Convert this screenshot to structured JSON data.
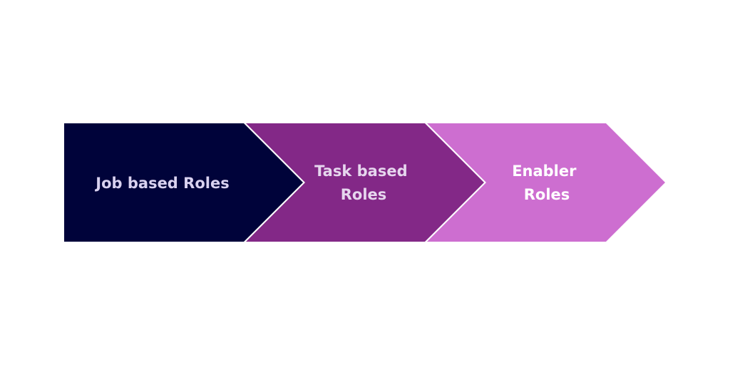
{
  "diagram": {
    "steps": [
      {
        "lines": [
          "Job based Roles"
        ],
        "fill": "#00033a",
        "text_color": "#d9d2f0"
      },
      {
        "lines": [
          "Task based",
          "Roles"
        ],
        "fill": "#832887",
        "text_color": "#e6d6ee"
      },
      {
        "lines": [
          "Enabler",
          "Roles"
        ],
        "fill": "#cd6ed0",
        "text_color": "#ffffff"
      }
    ]
  }
}
